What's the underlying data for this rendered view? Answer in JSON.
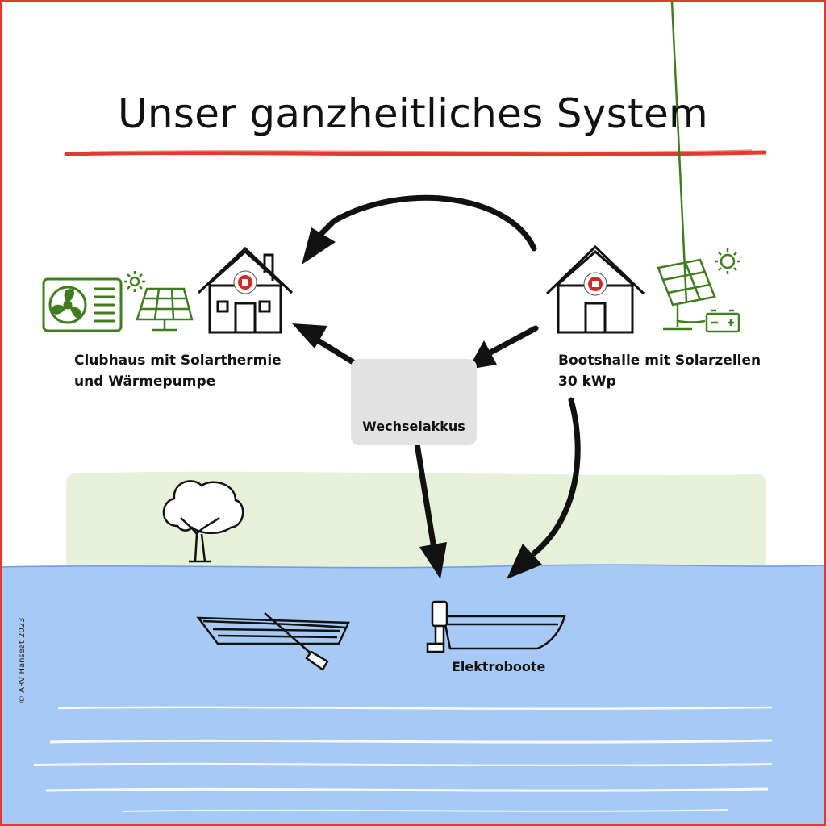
{
  "title": "Unser ganzheitliches System",
  "nodes": {
    "clubhaus": {
      "label_line1": "Clubhaus mit Solarthermie",
      "label_line2": "und Wärmepumpe"
    },
    "bootshalle": {
      "label_line1": "Bootshalle mit Solarzellen",
      "label_line2": "30 kWp"
    },
    "akku": {
      "label": "Wechselakkus"
    },
    "boote": {
      "label": "Elektroboote"
    }
  },
  "copyright": "© ARV Hanseat 2023",
  "colors": {
    "accent_red": "#e23a2e",
    "icon_green": "#3f7d1e",
    "meadow": "#e7f1d9",
    "water": "#a7c9f5",
    "battery_box": "#e2e2e2"
  },
  "icons": [
    "heat-pump-icon",
    "sun-icon",
    "solar-panel-icon",
    "house-icon",
    "club-crest-icon",
    "battery-icon",
    "tree-icon",
    "rowing-boat-icon",
    "oar-icon",
    "electric-boat-icon",
    "motor-icon"
  ]
}
